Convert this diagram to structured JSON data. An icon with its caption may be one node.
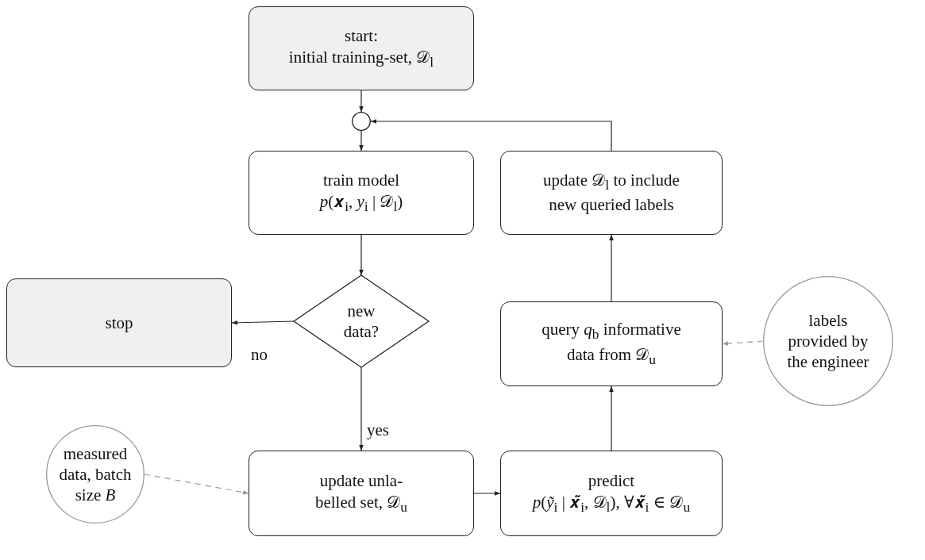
{
  "diagram": {
    "nodes": [
      {
        "text": [
          "start:",
          "initial training-set, 𝒟$_{l}$"
        ]
      },
      {
        "text": [],
        "shape": "circle"
      },
      {
        "text": [
          "train model",
          "*p*(𝒙$_{i}$, *y*$_{i}$ | 𝒟$_{l}$)"
        ]
      },
      {
        "text": [
          "new data?"
        ]
      },
      {
        "text": [
          "stop"
        ]
      },
      {
        "text": [
          "update unla- belled set, 𝒟$_{u}$"
        ]
      },
      {
        "text": [
          "measured data, batch size *B*"
        ]
      },
      {
        "text": [
          "predict",
          "*p*(*ỹ*$_{i}$ | 𝒙̃$_{i}$, 𝒟$_{l}$), ∀𝒙̃$_{i}$ ∈ 𝒟$_{u}$"
        ]
      },
      {
        "text": [
          "query *q*$_{b}$ informative data from 𝒟$_{u}$"
        ]
      },
      {
        "text": [
          "labels provided by the engineer"
        ]
      },
      {
        "text": [
          "update 𝒟$_{l}$ to include new queried labels"
        ]
      }
    ],
    "edges": [
      {
        "from": 0,
        "to": 1,
        "arrow": "to"
      },
      {
        "from": 1,
        "to": 2,
        "arrow": "to"
      },
      {
        "from": 2,
        "to": 3,
        "arrow": "to"
      },
      {
        "from": 3,
        "to": 4,
        "arrow": "to",
        "label": "no"
      },
      {
        "from": 3,
        "to": 5,
        "arrow": "to",
        "label": "yes"
      },
      {
        "from": 6,
        "to": 5,
        "arrow": "to",
        "style": "dashed",
        "color": "#999999"
      },
      {
        "from": 5,
        "to": 7,
        "arrow": "to"
      },
      {
        "from": 7,
        "to": 8,
        "arrow": "to"
      },
      {
        "from": 9,
        "to": 8,
        "arrow": "to",
        "style": "dashed",
        "color": "#999999"
      },
      {
        "from": 8,
        "to": 10,
        "arrow": "to"
      },
      {
        "from": 10,
        "to": 1,
        "arrow": "to"
      }
    ]
  }
}
